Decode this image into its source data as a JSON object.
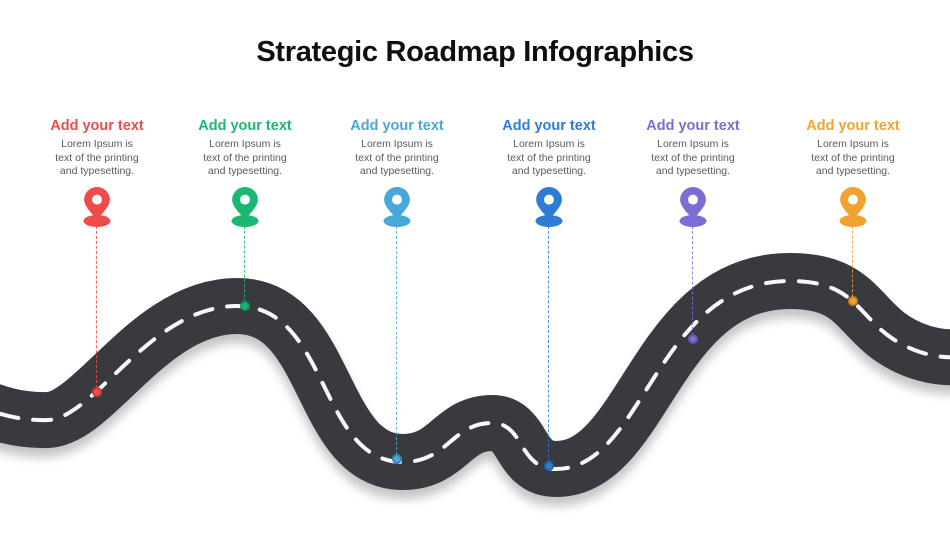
{
  "title": "Strategic Roadmap Infographics",
  "road": {
    "surface_color": "#393940",
    "lane_marking_color": "#ffffff",
    "pin_icon_name": "location-pin"
  },
  "milestones": [
    {
      "heading": "Add your text",
      "body_lines": [
        "Lorem Ipsum is",
        "text of the printing",
        "and typesetting."
      ],
      "color": "#EF4B4B",
      "color_dark": "#C93B3B"
    },
    {
      "heading": "Add your text",
      "body_lines": [
        "Lorem Ipsum is",
        "text of the printing",
        "and typesetting."
      ],
      "color": "#1BB873",
      "color_dark": "#12935C"
    },
    {
      "heading": "Add your text",
      "body_lines": [
        "Lorem Ipsum is",
        "text of the printing",
        "and typesetting."
      ],
      "color": "#49A8DA",
      "color_dark": "#3787B5"
    },
    {
      "heading": "Add your text",
      "body_lines": [
        "Lorem Ipsum is",
        "text of the printing",
        "and typesetting."
      ],
      "color": "#2E7CD3",
      "color_dark": "#2463AE"
    },
    {
      "heading": "Add your text",
      "body_lines": [
        "Lorem Ipsum is",
        "text of the printing",
        "and typesetting."
      ],
      "color": "#7A6ED2",
      "color_dark": "#6156B0"
    },
    {
      "heading": "Add your text",
      "body_lines": [
        "Lorem Ipsum is",
        "text of the printing",
        "and typesetting."
      ],
      "color": "#F0A32E",
      "color_dark": "#CE8517"
    }
  ]
}
